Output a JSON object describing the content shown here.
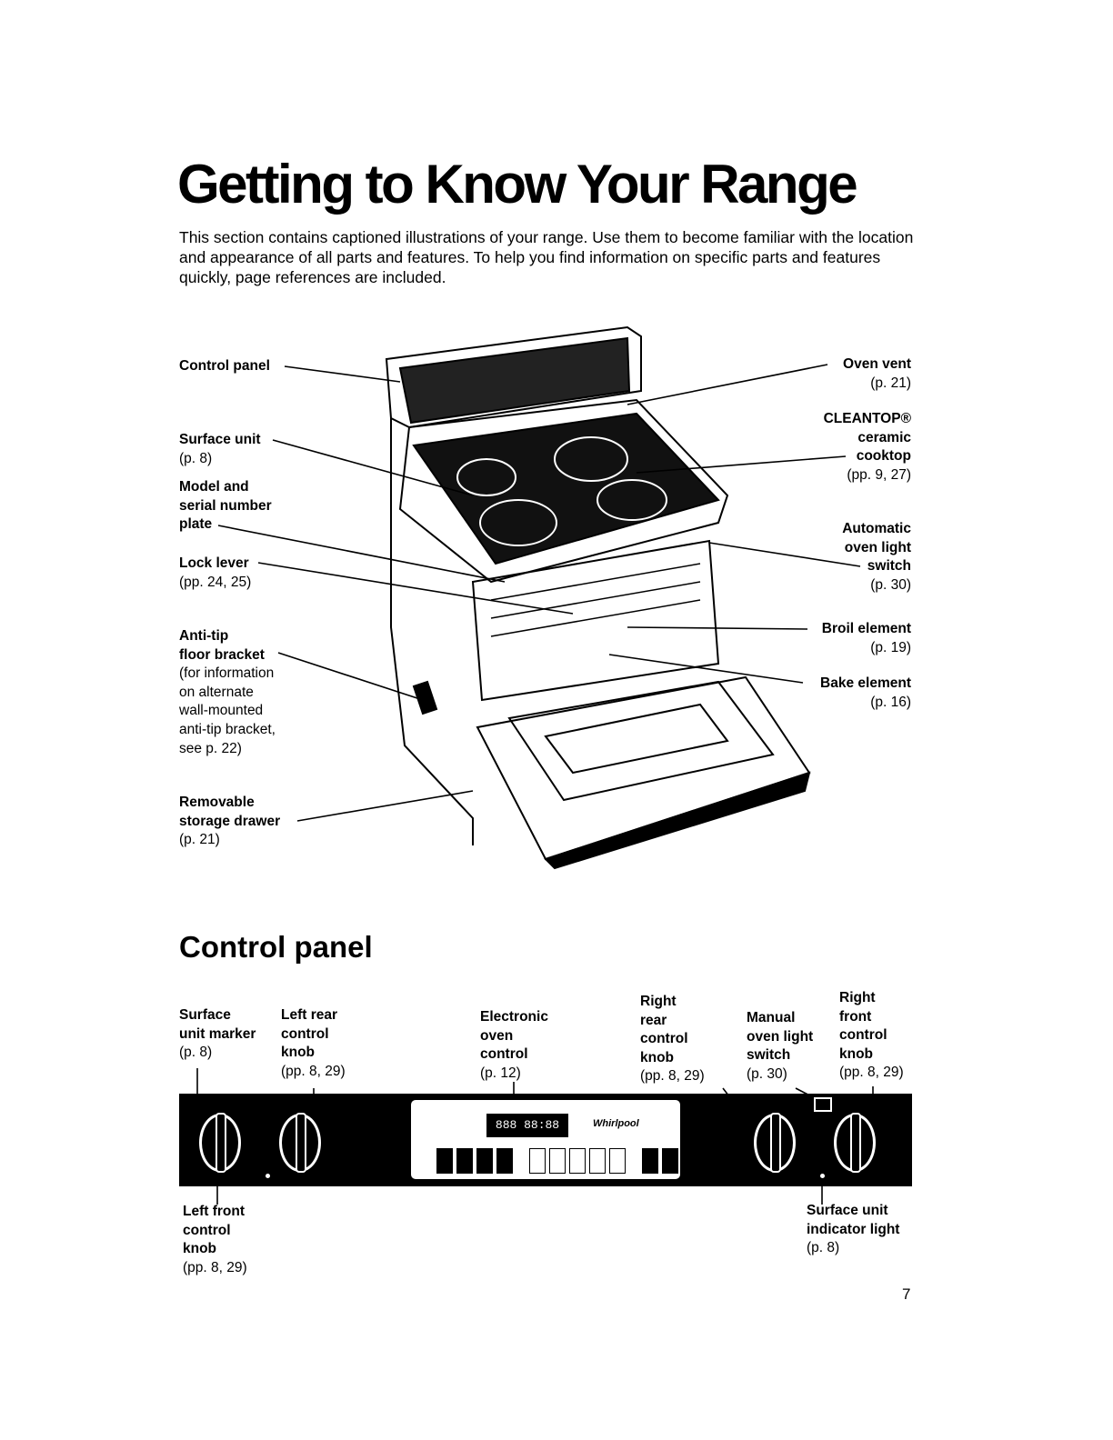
{
  "title": "Getting to Know Your Range",
  "intro": "This section contains captioned illustrations of your range. Use them to become familiar with the location and appearance of all parts and features. To help you find information on specific parts and features quickly, page references are included.",
  "range_labels_left": [
    {
      "name": "Control panel",
      "ref": ""
    },
    {
      "name": "Surface unit",
      "ref": "(p. 8)"
    },
    {
      "name": "Model and serial number plate",
      "lines": [
        "Model and",
        "serial number",
        "plate"
      ],
      "ref": ""
    },
    {
      "name": "Lock lever",
      "ref": "(pp. 24, 25)"
    },
    {
      "name": "Anti-tip floor bracket",
      "lines": [
        "Anti-tip",
        "floor bracket"
      ],
      "notes": [
        "(for information",
        "on alternate",
        "wall-mounted",
        "anti-tip bracket,",
        "see p. 22)"
      ]
    },
    {
      "name": "Removable storage drawer",
      "lines": [
        "Removable",
        "storage drawer"
      ],
      "ref": "(p. 21)"
    }
  ],
  "range_labels_right": [
    {
      "name": "Oven vent",
      "ref": "(p. 21)"
    },
    {
      "name": "CLEANTOP® ceramic cooktop",
      "lines": [
        "CLEANTOP®",
        "ceramic",
        "cooktop"
      ],
      "ref": "(pp. 9, 27)"
    },
    {
      "name": "Automatic oven light switch",
      "lines": [
        "Automatic",
        "oven light",
        "switch"
      ],
      "ref": "(p. 30)"
    },
    {
      "name": "Broil element",
      "ref": "(p. 19)"
    },
    {
      "name": "Bake element",
      "ref": "(p. 16)"
    }
  ],
  "control_panel": {
    "heading": "Control panel",
    "labels_top": [
      {
        "lines": [
          "Surface",
          "unit marker"
        ],
        "ref": "(p. 8)"
      },
      {
        "lines": [
          "Left rear",
          "control",
          "knob"
        ],
        "ref": "(pp. 8, 29)"
      },
      {
        "lines": [
          "Electronic",
          "oven",
          "control"
        ],
        "ref": "(p. 12)"
      },
      {
        "lines": [
          "Right",
          "rear",
          "control",
          "knob"
        ],
        "ref": "(pp. 8, 29)"
      },
      {
        "lines": [
          "Manual",
          "oven light",
          "switch"
        ],
        "ref": "(p. 30)"
      },
      {
        "lines": [
          "Right",
          "front",
          "control",
          "knob"
        ],
        "ref": "(pp. 8, 29)"
      }
    ],
    "labels_bottom": [
      {
        "lines": [
          "Left front",
          "control",
          "knob"
        ],
        "ref": "(pp. 8, 29)"
      },
      {
        "lines": [
          "Surface unit",
          "indicator light"
        ],
        "ref": "(p. 8)"
      }
    ],
    "display_readout": "888 88:88",
    "logo": "Whirlpool"
  },
  "page_number": "7"
}
